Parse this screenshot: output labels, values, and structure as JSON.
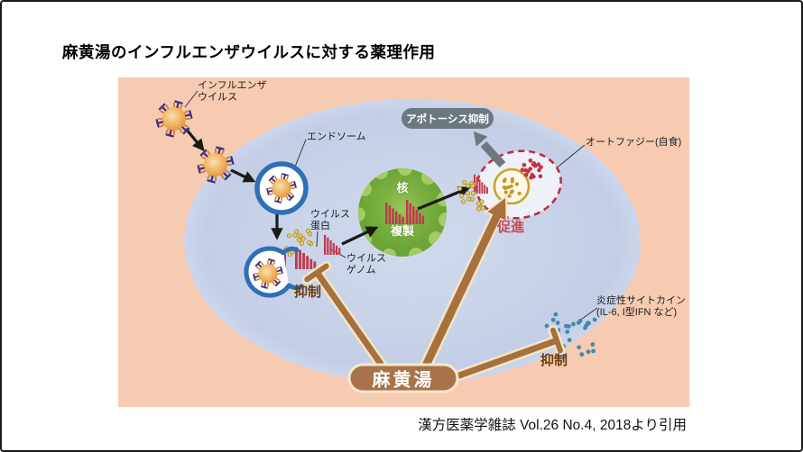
{
  "page": {
    "title": "麻黄湯のインフルエンザウイルスに対する薬理作用",
    "citation": "漢方医薬学雑誌 Vol.26 No.4, 2018より引用"
  },
  "diagram": {
    "virus_label": {
      "line1": "インフルエンザ",
      "line2": "ウイルス"
    },
    "endosome_label": "エンドソーム",
    "viral_protein_label": {
      "line1": "ウイルス",
      "line2": "蛋白"
    },
    "viral_genome_label": {
      "line1": "ウイルス",
      "line2": "ゲノム"
    },
    "nucleus_label": "核",
    "replication_label": "複製",
    "apoptosis_label": "アポトーシス抑制",
    "autophagy_label": "オートファジー(自食)",
    "promotion_label": "促進",
    "inhibition_left_label": "抑制",
    "inhibition_right_label": "抑制",
    "cytokine_label": {
      "line1": "炎症性サイトカイン",
      "line2": "(IL-6, I型IFN など)"
    },
    "maoto_label": "麻黄湯",
    "colors": {
      "background_salmon": "#f6cbb2",
      "cell_blue": "#c9d4e9",
      "nucleus_green": "#70a93a",
      "endosome_blue": "#2f6fb6",
      "virus_orange": "#e08f35",
      "virus_spike_purple": "#45307f",
      "genome_red": "#c23a4c",
      "protein_yellow": "#e4ce67",
      "maoto_brown": "#a6713c",
      "apoptosis_gray": "#6b7880",
      "cytokine_teal": "#4489ad",
      "promotion_red": "#c84a52",
      "inhibition_brown": "#6d3e12",
      "dashed_ellipse_red": "#c22b3d"
    }
  }
}
